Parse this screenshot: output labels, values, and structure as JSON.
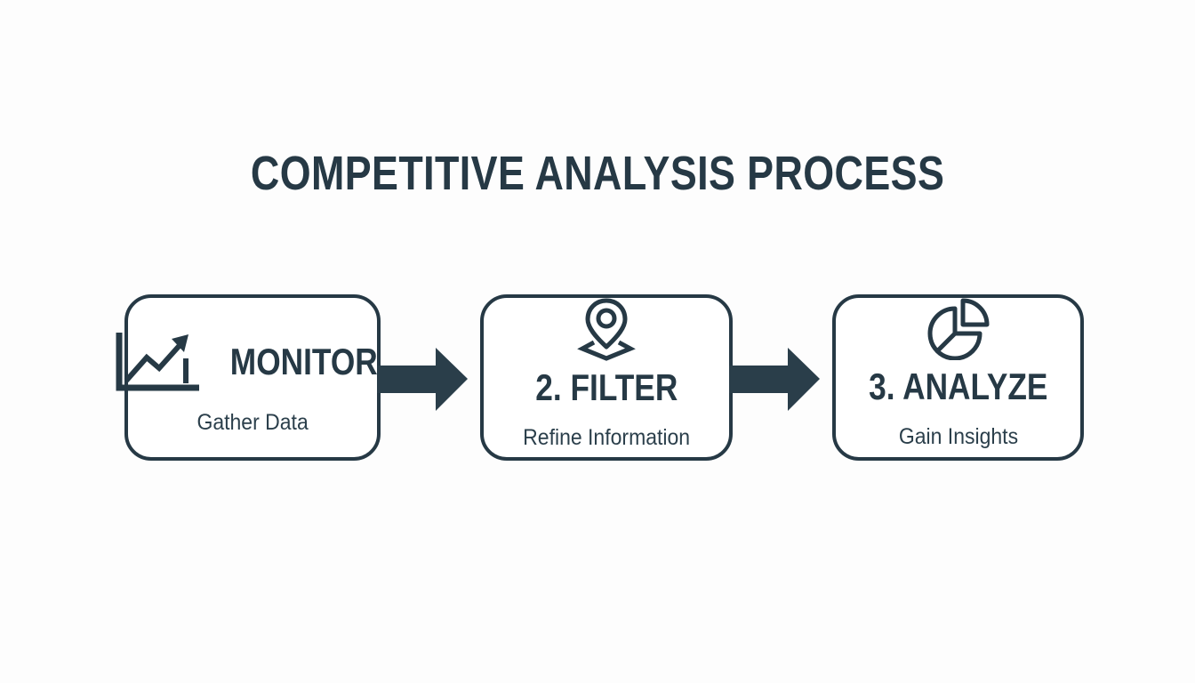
{
  "title": "COMPETITIVE ANALYSIS PROCESS",
  "colors": {
    "ink": "#263945",
    "background": "#fdfdfd",
    "box_fill": "#ffffff"
  },
  "steps": [
    {
      "title": "MONITOR",
      "subtitle": "Gather Data",
      "icon": "line-chart-trend-up-icon",
      "icon_position": "left"
    },
    {
      "title": "2. FILTER",
      "subtitle": "Refine Information",
      "icon": "location-pin-icon",
      "icon_position": "top"
    },
    {
      "title": "3. ANALYZE",
      "subtitle": "Gain Insights",
      "icon": "pie-chart-icon",
      "icon_position": "top"
    }
  ],
  "connectors": [
    {
      "type": "arrow-right"
    },
    {
      "type": "arrow-right"
    }
  ]
}
